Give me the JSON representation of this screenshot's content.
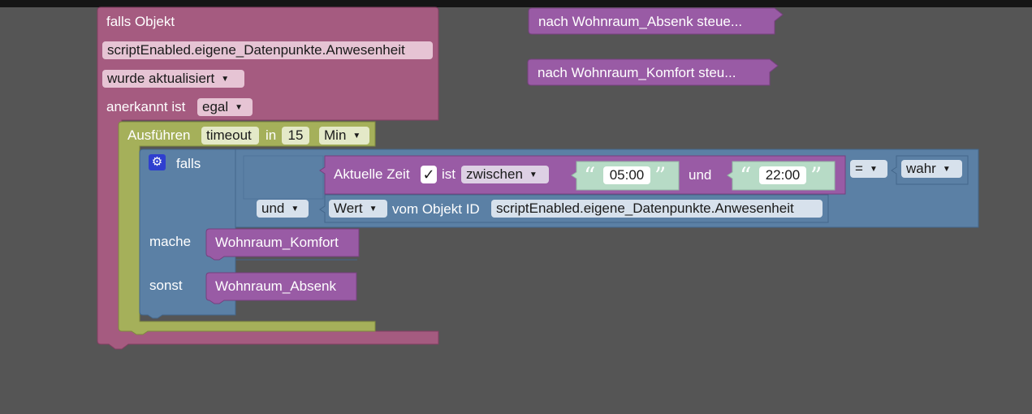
{
  "event_block": {
    "title": "falls Objekt",
    "object_id": "scriptEnabled.eigene_Datenpunkte.Anwesenheit",
    "trigger": "wurde aktualisiert",
    "ack_label": "anerkannt ist",
    "ack_value": "egal"
  },
  "timeout_block": {
    "label": "Ausführen",
    "var_name": "timeout",
    "in_label": "in",
    "amount": "15",
    "unit": "Min"
  },
  "if_block": {
    "if_label": "falls",
    "do_label": "mache",
    "else_label": "sonst",
    "logic_op": "und",
    "compare_op": "=",
    "bool_value": "wahr",
    "do_call": "Wohnraum_Komfort",
    "else_call": "Wohnraum_Absenk"
  },
  "time_block": {
    "label": "Aktuelle Zeit",
    "check": "✓",
    "is_label": "ist",
    "mode": "zwischen",
    "start": "05:00",
    "and_label": "und",
    "end": "22:00"
  },
  "value_block": {
    "attr": "Wert",
    "label": "vom Objekt ID",
    "object_id": "scriptEnabled.eigene_Datenpunkte.Anwesenheit"
  },
  "functions": [
    {
      "label": "nach Wohnraum_Absenk  steue..."
    },
    {
      "label": "nach Wohnraum_Komfort  steu..."
    }
  ],
  "colors": {
    "background": "#555555",
    "event": "#a55b80",
    "timeout": "#a5b05a",
    "logic": "#5b80a5",
    "procedure": "#995ba5"
  }
}
